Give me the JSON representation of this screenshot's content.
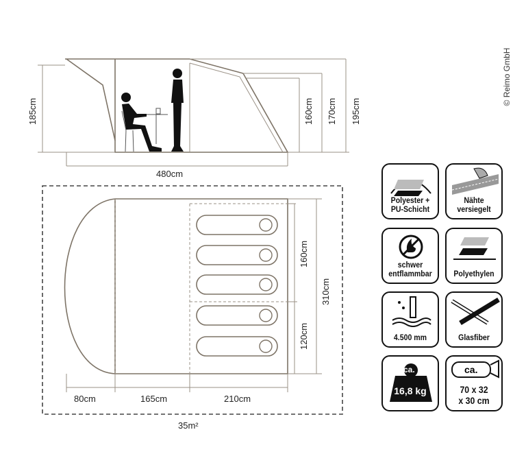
{
  "side_view": {
    "dims": {
      "h_left": "185cm",
      "h1": "160cm",
      "h2": "170cm",
      "h3": "195cm",
      "length": "480cm"
    }
  },
  "floor_plan": {
    "dims": {
      "cabin1": "160cm",
      "cabin2": "120cm",
      "width": "310cm",
      "porch": "80cm",
      "living": "165cm",
      "sleeping": "210cm",
      "area": "35m²"
    }
  },
  "copyright": "© Reimo GmbH",
  "features": [
    {
      "icon": "fabric-layers-icon",
      "label1": "Polyester +",
      "label2": "PU-Schicht"
    },
    {
      "icon": "sealed-seams-icon",
      "label1": "Nähte",
      "label2": "versiegelt"
    },
    {
      "icon": "no-fire-icon",
      "label1": "schwer",
      "label2": "entflammbar"
    },
    {
      "icon": "floor-layers-icon",
      "label1": "Polyethylen",
      "label2": ""
    },
    {
      "icon": "water-column-icon",
      "label1": "4.500 mm",
      "label2": ""
    },
    {
      "icon": "fiberglass-poles-icon",
      "label1": "Glasfiber",
      "label2": ""
    },
    {
      "icon": "weight-icon",
      "badge": "ca.",
      "label1": "16,8 kg",
      "label2": ""
    },
    {
      "icon": "pack-size-icon",
      "badge": "ca.",
      "label1": "70 x 32",
      "label2": "x 30 cm"
    }
  ]
}
